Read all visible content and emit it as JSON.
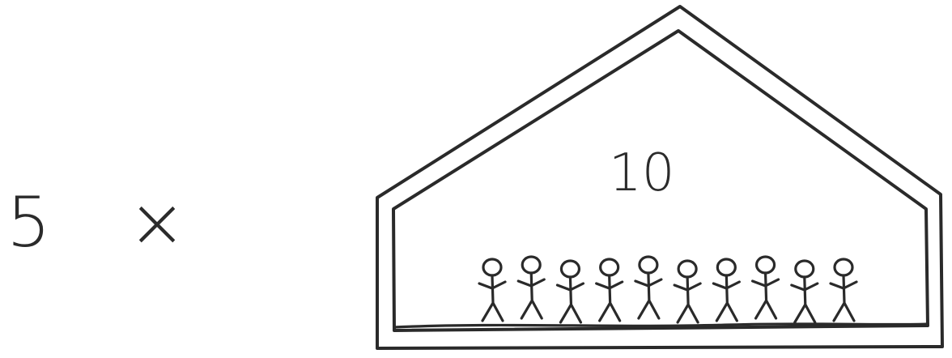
{
  "multiplier_expression": "5 ×",
  "house": {
    "number_label": "10",
    "people_count": 10
  }
}
